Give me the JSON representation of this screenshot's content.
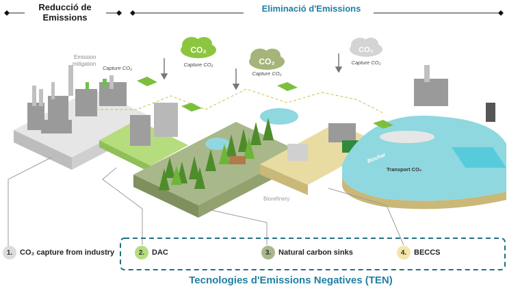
{
  "header": {
    "left_line1": "Reducció de",
    "left_line2": "Emissions",
    "right": "Eliminació d'Emissions"
  },
  "clouds": [
    {
      "text": "CO₂",
      "caption": "Capture CO₂",
      "color": "#8cc63f"
    },
    {
      "text": "CO₂",
      "caption": "Capture CO₂",
      "color": "#a5b47a"
    },
    {
      "text": "CO₂",
      "caption": "Capture CO₂",
      "color": "#d4d4d4"
    }
  ],
  "labels": {
    "emission_mitigation_1": "Emission",
    "emission_mitigation_2": "mitigation",
    "capture_industry": "Capture CO₂",
    "biorefinery": "Biorefinery",
    "biochar": "Biochar",
    "transport": "Transport CO₂"
  },
  "steps": [
    {
      "num": "1.",
      "label": "CO₂ capture from industry",
      "color": "#dcdcdc"
    },
    {
      "num": "2.",
      "label": "DAC",
      "color": "#b5dc7d"
    },
    {
      "num": "3.",
      "label": "Natural carbon sinks",
      "color": "#a8b88a"
    },
    {
      "num": "4.",
      "label": "BECCS",
      "color": "#f3e6a8"
    }
  ],
  "footer_title": "Tecnologies d'Emissions Negatives (TEN)",
  "colors": {
    "accent": "#1f7fa3",
    "dash_box": "#1f6f82"
  }
}
